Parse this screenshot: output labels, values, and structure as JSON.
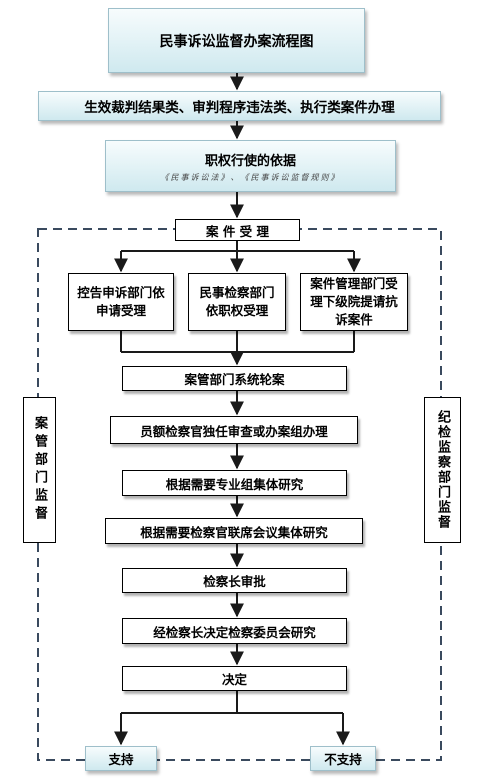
{
  "title": "民事诉讼监督办案流程图",
  "case_types": "生效裁判结果类、审判程序违法类、执行类案件办理",
  "basis": {
    "title": "职权行使的依据",
    "subtitle": "《民事诉讼法》、《民事诉讼监督规则》"
  },
  "acceptance": "案 件 受 理",
  "sources": [
    "控告申诉部门依申请受理",
    "民事检察部门依职权受理",
    "案件管理部门受理下级院提请抗诉案件"
  ],
  "steps": [
    "案管部门系统轮案",
    "员额检察官独任审查或办案组办理",
    "根据需要专业组集体研究",
    "根据需要检察官联席会议集体研究",
    "检察长审批",
    "经检察长决定检察委员会研究",
    "决定"
  ],
  "outcomes": {
    "support": "支持",
    "not_support": "不支持"
  },
  "side_labels": {
    "left": "案管部门监督",
    "right": "纪检监察部门监督"
  },
  "colors": {
    "box_gradient_top": "#f7fcfd",
    "box_gradient_bottom": "#cfe9ef",
    "dashed_border": "#3a4a5e",
    "line": "#1a1a1a"
  }
}
